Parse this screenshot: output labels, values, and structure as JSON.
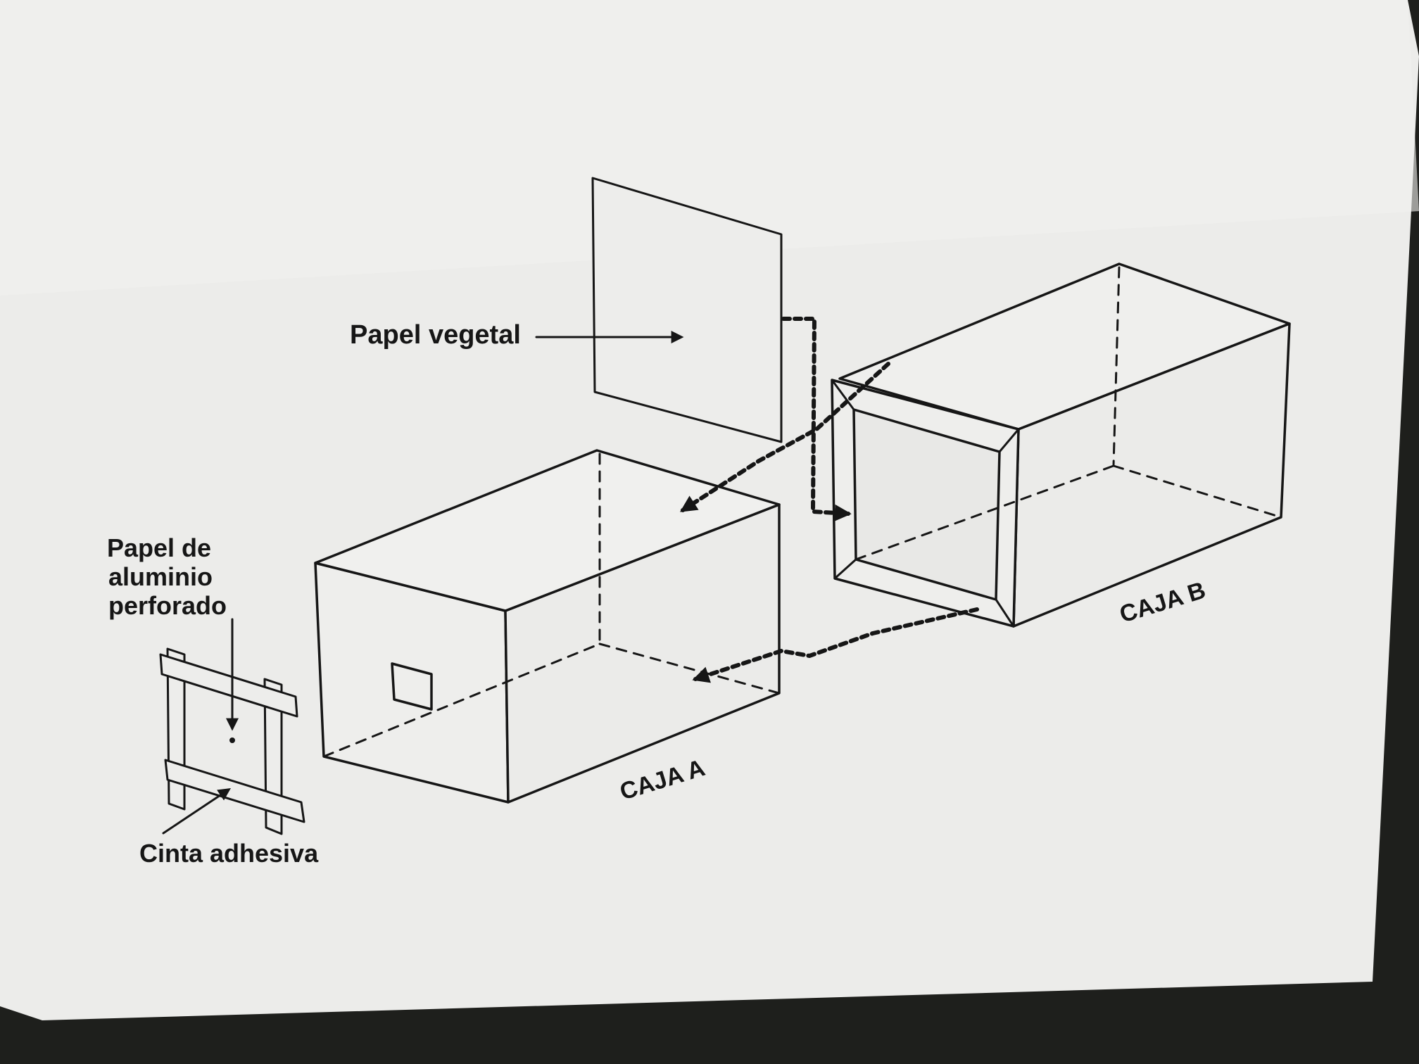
{
  "labels": {
    "papel_vegetal": "Papel vegetal",
    "papel_aluminio_line1": "Papel de",
    "papel_aluminio_line2": "aluminio",
    "papel_aluminio_line3": "perforado",
    "cinta_adhesiva": "Cinta adhesiva",
    "caja_a": "CAJA A",
    "caja_b": "CAJA B"
  },
  "colors": {
    "monitor_bezel": "#1e1f1c",
    "paper": "#ececea",
    "ink": "#161616"
  }
}
